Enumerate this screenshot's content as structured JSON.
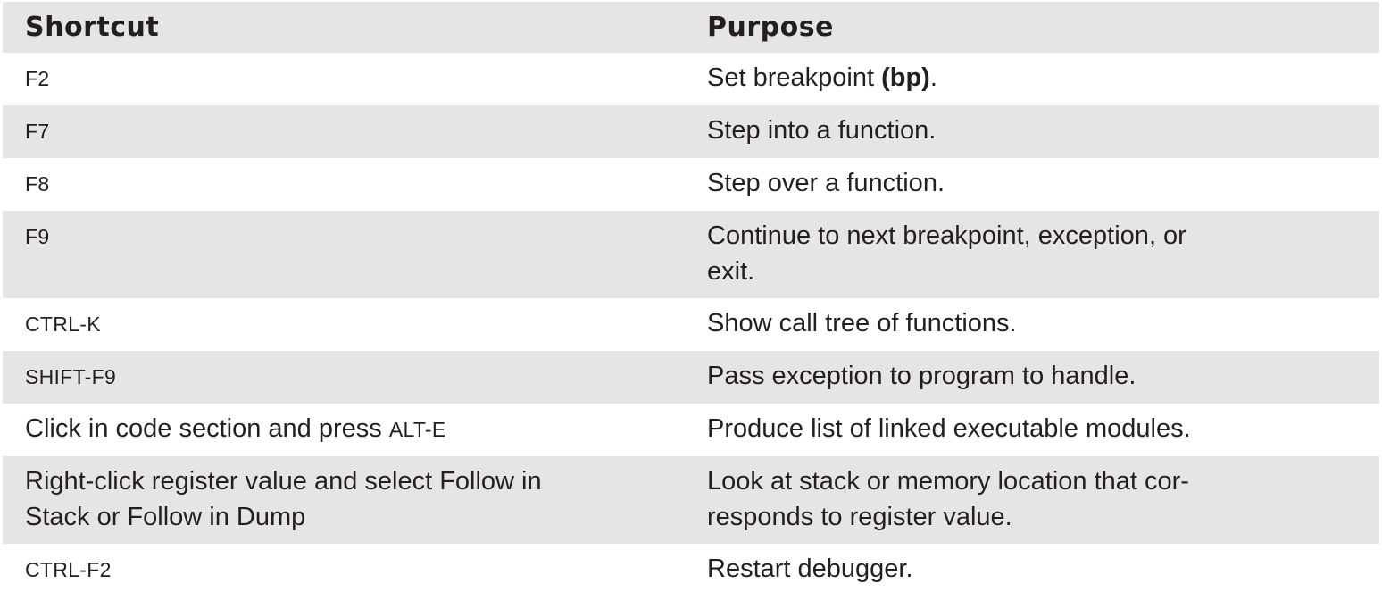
{
  "colors": {
    "shaded_row": "#e5e5e5",
    "text": "#231f20",
    "background": "#ffffff"
  },
  "table": {
    "header": {
      "shortcut": "Shortcut",
      "purpose": "Purpose"
    },
    "rows": [
      {
        "shaded": false,
        "shortcut": [
          {
            "style": "key",
            "text": "F2"
          }
        ],
        "purpose": [
          {
            "style": "normal",
            "text": "Set breakpoint "
          },
          {
            "style": "bold",
            "text": "(bp)"
          },
          {
            "style": "normal",
            "text": "."
          }
        ]
      },
      {
        "shaded": true,
        "shortcut": [
          {
            "style": "key",
            "text": "F7"
          }
        ],
        "purpose": [
          {
            "style": "normal",
            "text": "Step into a function."
          }
        ]
      },
      {
        "shaded": false,
        "shortcut": [
          {
            "style": "key",
            "text": "F8"
          }
        ],
        "purpose": [
          {
            "style": "normal",
            "text": "Step over a function."
          }
        ]
      },
      {
        "shaded": true,
        "shortcut": [
          {
            "style": "key",
            "text": "F9"
          }
        ],
        "purpose": [
          {
            "style": "normal",
            "text": "Continue to next breakpoint, exception, or"
          },
          {
            "style": "break"
          },
          {
            "style": "normal",
            "text": "exit."
          }
        ]
      },
      {
        "shaded": false,
        "shortcut": [
          {
            "style": "key",
            "text": "CTRL-K"
          }
        ],
        "purpose": [
          {
            "style": "normal",
            "text": "Show call tree of functions."
          }
        ]
      },
      {
        "shaded": true,
        "shortcut": [
          {
            "style": "key",
            "text": "SHIFT-F9"
          }
        ],
        "purpose": [
          {
            "style": "normal",
            "text": "Pass exception to program to handle."
          }
        ]
      },
      {
        "shaded": false,
        "shortcut": [
          {
            "style": "normal",
            "text": "Click in code section and press "
          },
          {
            "style": "key",
            "text": "ALT-E"
          }
        ],
        "purpose": [
          {
            "style": "normal",
            "text": "Produce list of linked executable modules."
          }
        ]
      },
      {
        "shaded": true,
        "shortcut": [
          {
            "style": "normal",
            "text": "Right-click register value and select Follow in"
          },
          {
            "style": "break"
          },
          {
            "style": "normal",
            "text": "Stack or Follow in Dump"
          }
        ],
        "purpose": [
          {
            "style": "normal",
            "text": "Look at stack or memory location that cor-"
          },
          {
            "style": "break"
          },
          {
            "style": "normal",
            "text": "responds to register value."
          }
        ]
      },
      {
        "shaded": false,
        "shortcut": [
          {
            "style": "key",
            "text": "CTRL-F2"
          }
        ],
        "purpose": [
          {
            "style": "normal",
            "text": "Restart debugger."
          }
        ]
      }
    ]
  }
}
